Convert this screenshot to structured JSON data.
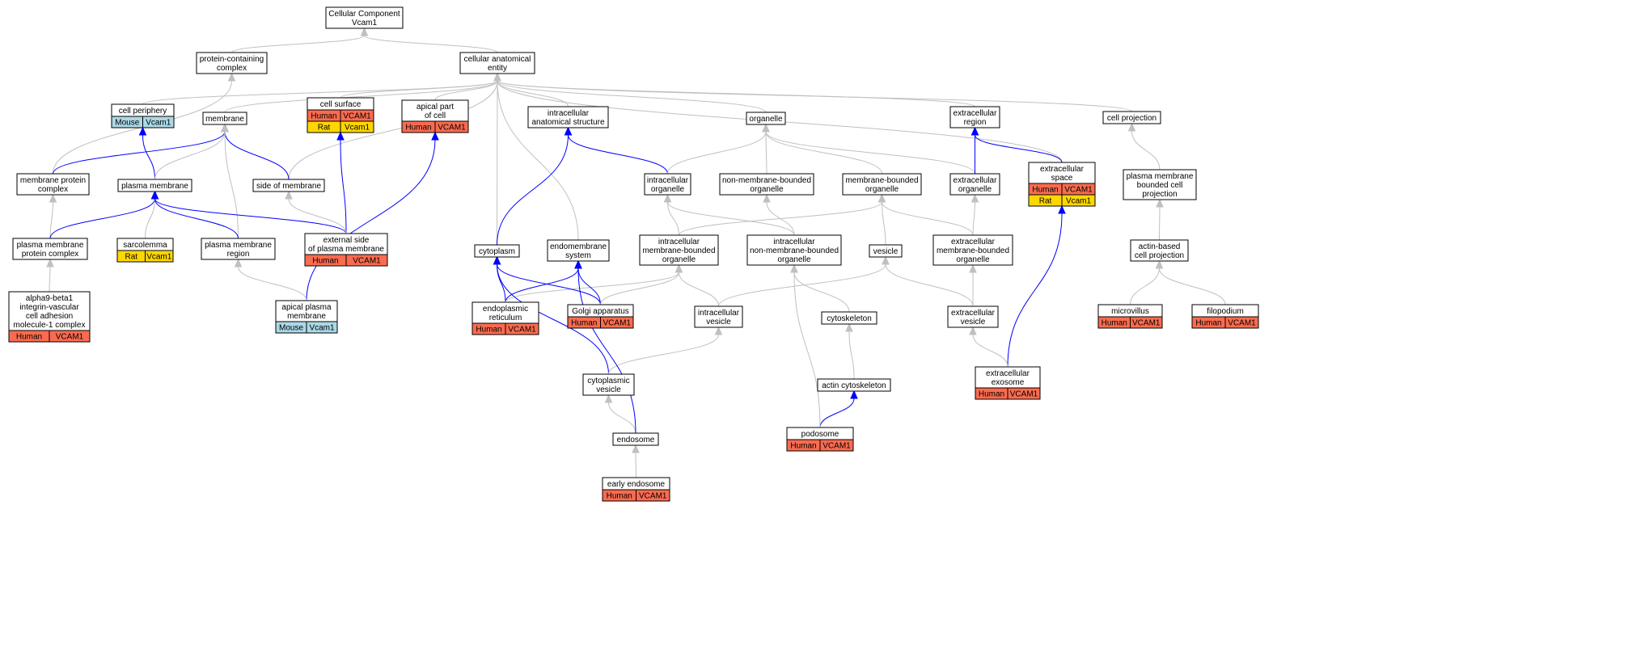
{
  "diagram": {
    "colors": {
      "edge_gray": "#c0c0c0",
      "edge_blue": "#0000ff",
      "Human": "#fa6b4f",
      "Mouse": "#abd8e6",
      "Rat": "#ffd700"
    },
    "nodes": [
      {
        "id": "cc",
        "lines": [
          "Cellular Component",
          "Vcam1"
        ],
        "annotations": []
      },
      {
        "id": "pcc",
        "lines": [
          "protein-containing",
          "complex"
        ],
        "annotations": []
      },
      {
        "id": "cae",
        "lines": [
          "cellular anatomical",
          "entity"
        ],
        "annotations": []
      },
      {
        "id": "cp",
        "lines": [
          "cell periphery"
        ],
        "annotations": [
          {
            "species": "Mouse",
            "gene": "Vcam1"
          }
        ]
      },
      {
        "id": "mem",
        "lines": [
          "membrane"
        ],
        "annotations": []
      },
      {
        "id": "cs",
        "lines": [
          "cell surface"
        ],
        "annotations": [
          {
            "species": "Human",
            "gene": "VCAM1"
          },
          {
            "species": "Rat",
            "gene": "Vcam1"
          }
        ]
      },
      {
        "id": "apc",
        "lines": [
          "apical part",
          "of cell"
        ],
        "annotations": [
          {
            "species": "Human",
            "gene": "VCAM1"
          }
        ]
      },
      {
        "id": "ias",
        "lines": [
          "intracellular",
          "anatomical structure"
        ],
        "annotations": []
      },
      {
        "id": "org",
        "lines": [
          "organelle"
        ],
        "annotations": []
      },
      {
        "id": "exr",
        "lines": [
          "extracellular",
          "region"
        ],
        "annotations": []
      },
      {
        "id": "cproj",
        "lines": [
          "cell projection"
        ],
        "annotations": []
      },
      {
        "id": "mpc",
        "lines": [
          "membrane protein",
          "complex"
        ],
        "annotations": []
      },
      {
        "id": "pm",
        "lines": [
          "plasma membrane"
        ],
        "annotations": []
      },
      {
        "id": "som",
        "lines": [
          "side of membrane"
        ],
        "annotations": []
      },
      {
        "id": "io",
        "lines": [
          "intracellular",
          "organelle"
        ],
        "annotations": []
      },
      {
        "id": "nmbo",
        "lines": [
          "non-membrane-bounded",
          "organelle"
        ],
        "annotations": []
      },
      {
        "id": "mbo",
        "lines": [
          "membrane-bounded",
          "organelle"
        ],
        "annotations": []
      },
      {
        "id": "exo",
        "lines": [
          "extracellular",
          "organelle"
        ],
        "annotations": []
      },
      {
        "id": "exs",
        "lines": [
          "extracellular",
          "space"
        ],
        "annotations": [
          {
            "species": "Human",
            "gene": "VCAM1"
          },
          {
            "species": "Rat",
            "gene": "Vcam1"
          }
        ]
      },
      {
        "id": "pmbcp",
        "lines": [
          "plasma membrane",
          "bounded cell",
          "projection"
        ],
        "annotations": []
      },
      {
        "id": "pmpc",
        "lines": [
          "plasma membrane",
          "protein complex"
        ],
        "annotations": []
      },
      {
        "id": "sarc",
        "lines": [
          "sarcolemma"
        ],
        "annotations": [
          {
            "species": "Rat",
            "gene": "Vcam1"
          }
        ]
      },
      {
        "id": "pmr",
        "lines": [
          "plasma membrane",
          "region"
        ],
        "annotations": []
      },
      {
        "id": "espm",
        "lines": [
          "external side",
          "of plasma membrane"
        ],
        "annotations": [
          {
            "species": "Human",
            "gene": "VCAM1"
          }
        ]
      },
      {
        "id": "cyto",
        "lines": [
          "cytoplasm"
        ],
        "annotations": []
      },
      {
        "id": "ems",
        "lines": [
          "endomembrane",
          "system"
        ],
        "annotations": []
      },
      {
        "id": "imbo",
        "lines": [
          "intracellular",
          "membrane-bounded",
          "organelle"
        ],
        "annotations": []
      },
      {
        "id": "inmbo",
        "lines": [
          "intracellular",
          "non-membrane-bounded",
          "organelle"
        ],
        "annotations": []
      },
      {
        "id": "ves",
        "lines": [
          "vesicle"
        ],
        "annotations": []
      },
      {
        "id": "embo",
        "lines": [
          "extracellular",
          "membrane-bounded",
          "organelle"
        ],
        "annotations": []
      },
      {
        "id": "acp",
        "lines": [
          "actin-based",
          "cell projection"
        ],
        "annotations": []
      },
      {
        "id": "a9b1",
        "lines": [
          "alpha9-beta1",
          "integrin-vascular",
          "cell adhesion",
          "molecule-1 complex"
        ],
        "annotations": [
          {
            "species": "Human",
            "gene": "VCAM1"
          }
        ]
      },
      {
        "id": "er",
        "lines": [
          "endoplasmic",
          "reticulum"
        ],
        "annotations": [
          {
            "species": "Human",
            "gene": "VCAM1"
          }
        ]
      },
      {
        "id": "golgi",
        "lines": [
          "Golgi apparatus"
        ],
        "annotations": [
          {
            "species": "Human",
            "gene": "VCAM1"
          }
        ]
      },
      {
        "id": "apm",
        "lines": [
          "apical plasma",
          "membrane"
        ],
        "annotations": [
          {
            "species": "Mouse",
            "gene": "Vcam1"
          }
        ]
      },
      {
        "id": "iv",
        "lines": [
          "intracellular",
          "vesicle"
        ],
        "annotations": []
      },
      {
        "id": "csk",
        "lines": [
          "cytoskeleton"
        ],
        "annotations": []
      },
      {
        "id": "ev",
        "lines": [
          "extracellular",
          "vesicle"
        ],
        "annotations": []
      },
      {
        "id": "mv",
        "lines": [
          "microvillus"
        ],
        "annotations": [
          {
            "species": "Human",
            "gene": "VCAM1"
          }
        ]
      },
      {
        "id": "filo",
        "lines": [
          "filopodium"
        ],
        "annotations": [
          {
            "species": "Human",
            "gene": "VCAM1"
          }
        ]
      },
      {
        "id": "cv",
        "lines": [
          "cytoplasmic",
          "vesicle"
        ],
        "annotations": []
      },
      {
        "id": "acsk",
        "lines": [
          "actin cytoskeleton"
        ],
        "annotations": []
      },
      {
        "id": "exex",
        "lines": [
          "extracellular",
          "exosome"
        ],
        "annotations": [
          {
            "species": "Human",
            "gene": "VCAM1"
          }
        ]
      },
      {
        "id": "endo",
        "lines": [
          "endosome"
        ],
        "annotations": []
      },
      {
        "id": "podo",
        "lines": [
          "podosome"
        ],
        "annotations": [
          {
            "species": "Human",
            "gene": "VCAM1"
          }
        ]
      },
      {
        "id": "ee",
        "lines": [
          "early endosome"
        ],
        "annotations": [
          {
            "species": "Human",
            "gene": "VCAM1"
          }
        ]
      }
    ],
    "edges": [
      {
        "from": "pcc",
        "to": "cc",
        "type": "gray"
      },
      {
        "from": "cae",
        "to": "cc",
        "type": "gray"
      },
      {
        "from": "mpc",
        "to": "pcc",
        "type": "gray"
      },
      {
        "from": "cp",
        "to": "cae",
        "type": "gray"
      },
      {
        "from": "mem",
        "to": "cae",
        "type": "gray"
      },
      {
        "from": "cs",
        "to": "cae",
        "type": "gray"
      },
      {
        "from": "apc",
        "to": "cae",
        "type": "gray"
      },
      {
        "from": "ias",
        "to": "cae",
        "type": "gray"
      },
      {
        "from": "org",
        "to": "cae",
        "type": "gray"
      },
      {
        "from": "exr",
        "to": "cae",
        "type": "gray"
      },
      {
        "from": "cproj",
        "to": "cae",
        "type": "gray"
      },
      {
        "from": "som",
        "to": "cae",
        "type": "gray"
      },
      {
        "from": "cyto",
        "to": "cae",
        "type": "gray"
      },
      {
        "from": "ems",
        "to": "cae",
        "type": "gray"
      },
      {
        "from": "exs",
        "to": "cae",
        "type": "gray"
      },
      {
        "from": "mpc",
        "to": "mem",
        "type": "blue"
      },
      {
        "from": "pm",
        "to": "cp",
        "type": "blue"
      },
      {
        "from": "pm",
        "to": "mem",
        "type": "gray"
      },
      {
        "from": "som",
        "to": "mem",
        "type": "blue"
      },
      {
        "from": "pmr",
        "to": "mem",
        "type": "gray"
      },
      {
        "from": "espm",
        "to": "cs",
        "type": "blue"
      },
      {
        "from": "apm",
        "to": "apc",
        "type": "blue"
      },
      {
        "from": "cyto",
        "to": "ias",
        "type": "blue"
      },
      {
        "from": "io",
        "to": "ias",
        "type": "blue"
      },
      {
        "from": "io",
        "to": "org",
        "type": "gray"
      },
      {
        "from": "nmbo",
        "to": "org",
        "type": "gray"
      },
      {
        "from": "mbo",
        "to": "org",
        "type": "gray"
      },
      {
        "from": "exo",
        "to": "org",
        "type": "gray"
      },
      {
        "from": "exo",
        "to": "exr",
        "type": "blue"
      },
      {
        "from": "exs",
        "to": "exr",
        "type": "blue"
      },
      {
        "from": "pmbcp",
        "to": "cproj",
        "type": "gray"
      },
      {
        "from": "pmpc",
        "to": "mpc",
        "type": "gray"
      },
      {
        "from": "pmpc",
        "to": "pm",
        "type": "blue"
      },
      {
        "from": "sarc",
        "to": "pm",
        "type": "gray"
      },
      {
        "from": "pmr",
        "to": "pm",
        "type": "blue"
      },
      {
        "from": "espm",
        "to": "pm",
        "type": "blue"
      },
      {
        "from": "espm",
        "to": "som",
        "type": "gray"
      },
      {
        "from": "imbo",
        "to": "io",
        "type": "gray"
      },
      {
        "from": "imbo",
        "to": "mbo",
        "type": "gray"
      },
      {
        "from": "inmbo",
        "to": "io",
        "type": "gray"
      },
      {
        "from": "inmbo",
        "to": "nmbo",
        "type": "gray"
      },
      {
        "from": "ves",
        "to": "mbo",
        "type": "gray"
      },
      {
        "from": "embo",
        "to": "mbo",
        "type": "gray"
      },
      {
        "from": "embo",
        "to": "exo",
        "type": "gray"
      },
      {
        "from": "acp",
        "to": "pmbcp",
        "type": "gray"
      },
      {
        "from": "a9b1",
        "to": "pmpc",
        "type": "gray"
      },
      {
        "from": "apm",
        "to": "pmr",
        "type": "gray"
      },
      {
        "from": "er",
        "to": "cyto",
        "type": "blue"
      },
      {
        "from": "er",
        "to": "ems",
        "type": "blue"
      },
      {
        "from": "er",
        "to": "imbo",
        "type": "gray"
      },
      {
        "from": "golgi",
        "to": "cyto",
        "type": "blue"
      },
      {
        "from": "golgi",
        "to": "ems",
        "type": "blue"
      },
      {
        "from": "golgi",
        "to": "imbo",
        "type": "gray"
      },
      {
        "from": "iv",
        "to": "imbo",
        "type": "gray"
      },
      {
        "from": "iv",
        "to": "ves",
        "type": "gray"
      },
      {
        "from": "csk",
        "to": "inmbo",
        "type": "gray"
      },
      {
        "from": "ev",
        "to": "ves",
        "type": "gray"
      },
      {
        "from": "ev",
        "to": "embo",
        "type": "gray"
      },
      {
        "from": "mv",
        "to": "acp",
        "type": "gray"
      },
      {
        "from": "filo",
        "to": "acp",
        "type": "gray"
      },
      {
        "from": "cv",
        "to": "cyto",
        "type": "blue"
      },
      {
        "from": "cv",
        "to": "iv",
        "type": "gray"
      },
      {
        "from": "acsk",
        "to": "csk",
        "type": "gray"
      },
      {
        "from": "exex",
        "to": "exs",
        "type": "blue"
      },
      {
        "from": "exex",
        "to": "ev",
        "type": "gray"
      },
      {
        "from": "endo",
        "to": "cv",
        "type": "gray"
      },
      {
        "from": "endo",
        "to": "ems",
        "type": "blue"
      },
      {
        "from": "podo",
        "to": "acsk",
        "type": "blue"
      },
      {
        "from": "podo",
        "to": "inmbo",
        "type": "gray"
      },
      {
        "from": "ee",
        "to": "endo",
        "type": "gray"
      }
    ]
  }
}
